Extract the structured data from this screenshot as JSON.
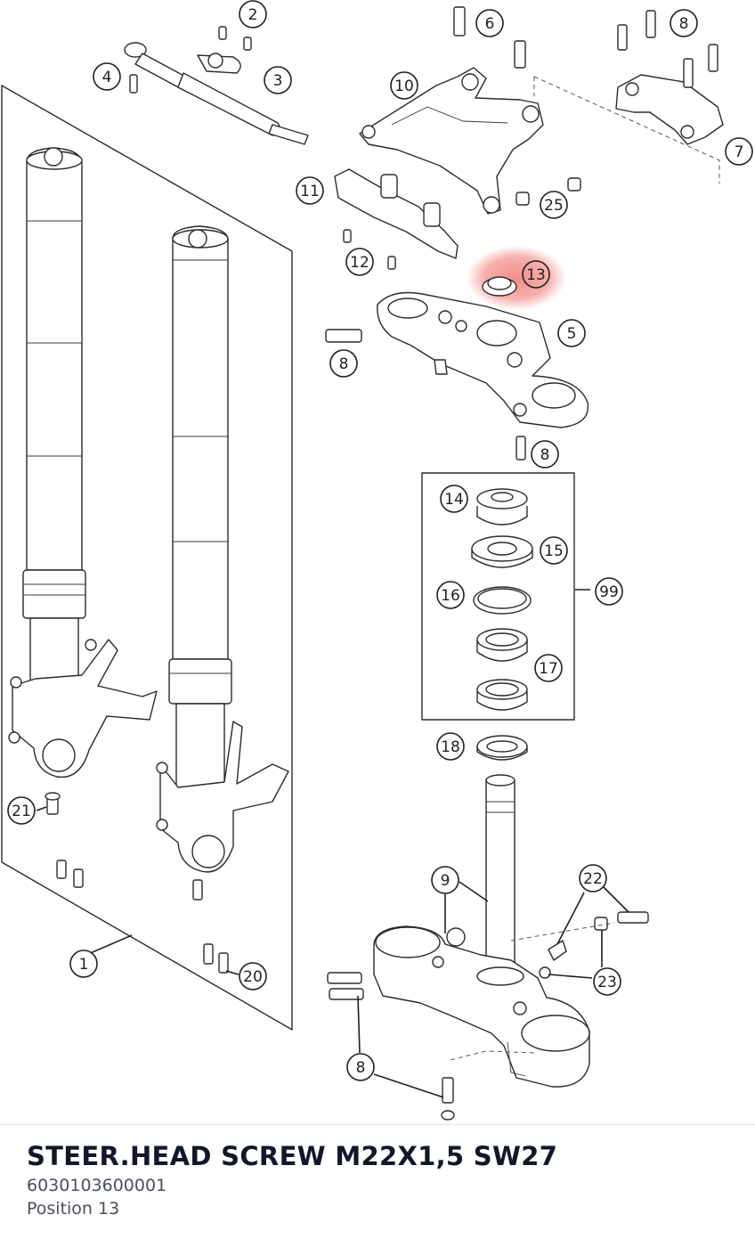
{
  "part": {
    "name": "STEER.HEAD SCREW M22X1,5 SW27",
    "number": "6030103600001",
    "position_label": "Position 13"
  },
  "diagram": {
    "highlight_color": "#e8302a",
    "callouts": [
      "1",
      "2",
      "3",
      "4",
      "5",
      "6",
      "7",
      "8",
      "9",
      "10",
      "11",
      "12",
      "13",
      "14",
      "15",
      "16",
      "17",
      "18",
      "20",
      "21",
      "22",
      "23",
      "25",
      "99"
    ]
  }
}
